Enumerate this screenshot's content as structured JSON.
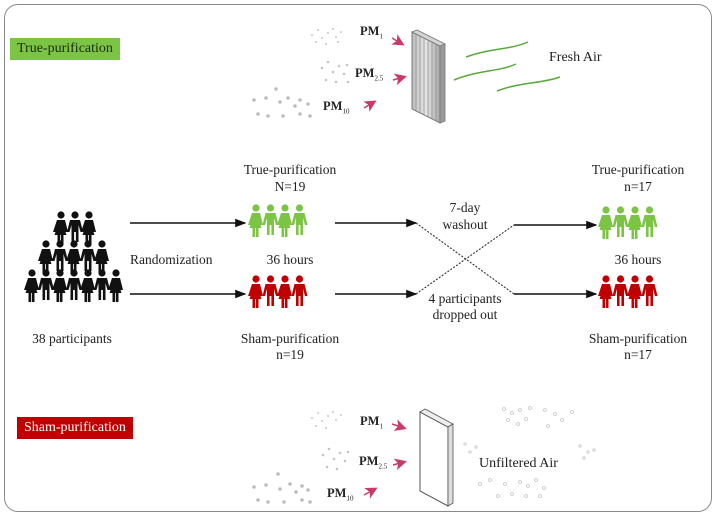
{
  "badges": {
    "true_purification": "True-purification",
    "sham_purification": "Sham-purification"
  },
  "colors": {
    "true_green": "#7cc444",
    "sham_red": "#c00000",
    "arrow_pink": "#c83a6a",
    "fresh_air_line": "#5aa83c"
  },
  "top_panel": {
    "pm_labels": [
      {
        "base": "PM",
        "sub": "1"
      },
      {
        "base": "PM",
        "sub": "2.5"
      },
      {
        "base": "PM",
        "sub": "10"
      }
    ],
    "output_label": "Fresh Air"
  },
  "bottom_panel": {
    "pm_labels": [
      {
        "base": "PM",
        "sub": "1"
      },
      {
        "base": "PM",
        "sub": "2.5"
      },
      {
        "base": "PM",
        "sub": "10"
      }
    ],
    "output_label": "Unfiltered Air"
  },
  "flow": {
    "start": {
      "label": "38 participants",
      "count": 38
    },
    "randomization_label": "Randomization",
    "period1": {
      "true": {
        "title": "True-purification",
        "n": "N=19"
      },
      "duration": "36 hours",
      "sham": {
        "title": "Sham-purification",
        "n": "n=19"
      }
    },
    "washout": {
      "line1": "7-day",
      "line2": "washout"
    },
    "dropout": {
      "line1": "4 participants",
      "line2": "dropped out"
    },
    "period2": {
      "true": {
        "title": "True-purification",
        "n": "n=17"
      },
      "duration": "36 hours",
      "sham": {
        "title": "Sham-purification",
        "n": "n=17"
      }
    }
  }
}
